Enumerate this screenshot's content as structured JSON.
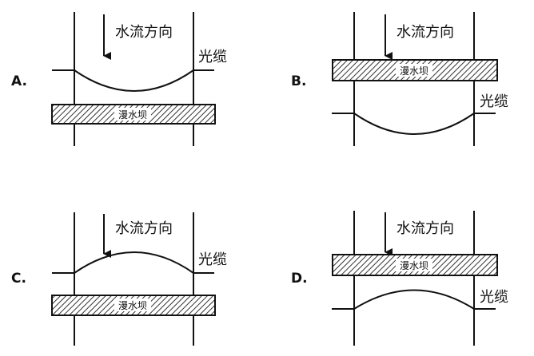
{
  "options": [
    {
      "key": "A",
      "letter": "A.",
      "flow_label": "水流方向",
      "cable_label": "光缆",
      "dam_label": "漫水坝",
      "dam_position": "below-cable",
      "cable_curve": "sag-down"
    },
    {
      "key": "B",
      "letter": "B.",
      "flow_label": "水流方向",
      "cable_label": "光缆",
      "dam_label": "漫水坝",
      "dam_position": "above-cable",
      "cable_curve": "sag-down"
    },
    {
      "key": "C",
      "letter": "C.",
      "flow_label": "水流方向",
      "cable_label": "光缆",
      "dam_label": "漫水坝",
      "dam_position": "below-cable",
      "cable_curve": "arch-up"
    },
    {
      "key": "D",
      "letter": "D.",
      "flow_label": "水流方向",
      "cable_label": "光缆",
      "dam_label": "漫水坝",
      "dam_position": "above-cable",
      "cable_curve": "arch-up"
    }
  ],
  "colors": {
    "stroke": "#111111",
    "hatch": "#333333",
    "background": "#ffffff"
  }
}
